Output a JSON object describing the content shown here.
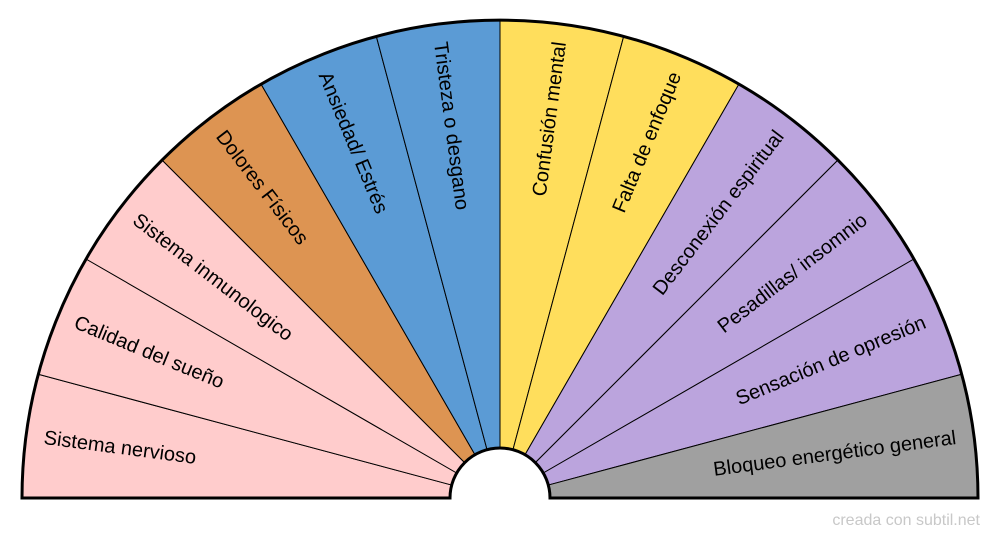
{
  "chart_data": {
    "type": "pie",
    "segments": [
      {
        "label": "Sistema nervioso",
        "color": "#ffcccc"
      },
      {
        "label": "Calidad del sueño",
        "color": "#ffcccc"
      },
      {
        "label": "Sistema inmunologico",
        "color": "#ffcccc"
      },
      {
        "label": "Dolores Físicos",
        "color": "#dd9452"
      },
      {
        "label": "Ansiedad/ Estrés",
        "color": "#5b9bd5"
      },
      {
        "label": "Tristeza o desgano",
        "color": "#5b9bd5"
      },
      {
        "label": "Confusión mental",
        "color": "#ffde5c"
      },
      {
        "label": "Falta de enfoque",
        "color": "#ffde5c"
      },
      {
        "label": "Desconexión espiritual",
        "color": "#bba4dd"
      },
      {
        "label": "Pesadillas/ insomnio",
        "color": "#bba4dd"
      },
      {
        "label": "Sensación de opresión",
        "color": "#bba4dd"
      },
      {
        "label": "Bloqueo energético general",
        "color": "#a0a0a0"
      }
    ]
  },
  "watermark": "creada con subtil.net"
}
